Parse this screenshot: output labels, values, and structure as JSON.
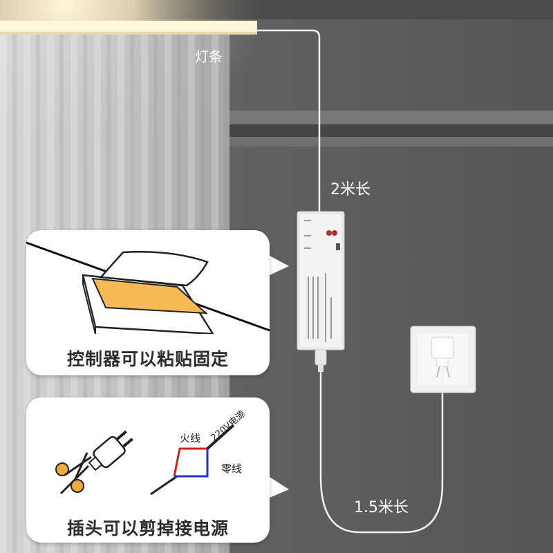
{
  "labels": {
    "light_strip": "灯条",
    "length_top": "2米长",
    "length_bottom": "1.5米长"
  },
  "card_top": {
    "caption": "控制器可以粘贴固定"
  },
  "card_bottom": {
    "caption": "插头可以剪掉接电源",
    "live_wire": "火线",
    "neutral_wire": "零线",
    "power": "220V电源"
  },
  "colors": {
    "background": "#5e5e5e",
    "warm_light": "#fff3c8",
    "tape": "#f7b955",
    "live": "#cc2222",
    "neutral": "#2233cc"
  }
}
